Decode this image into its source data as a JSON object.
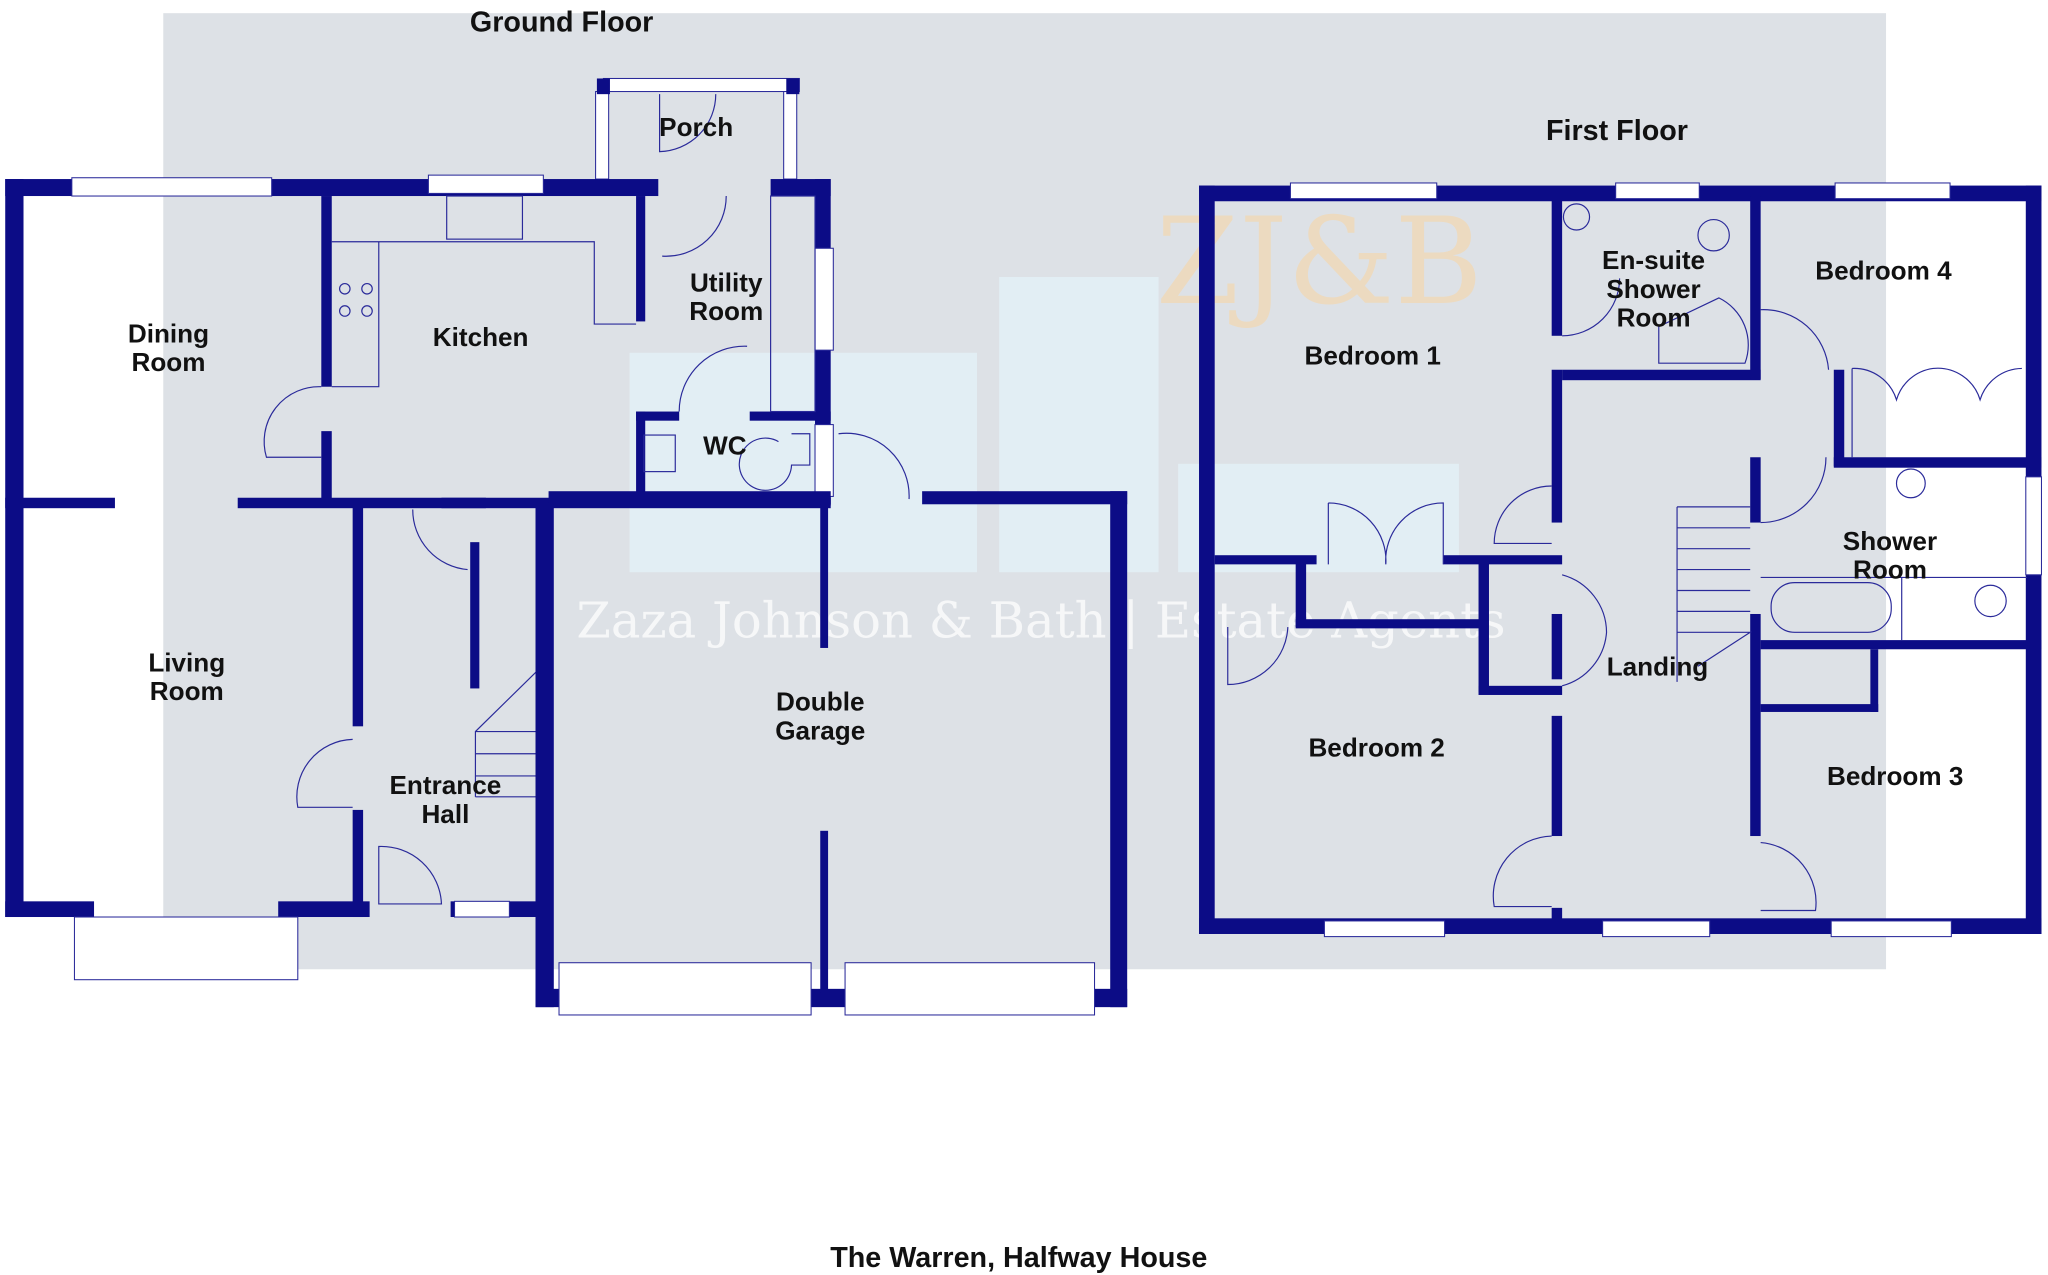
{
  "floors": {
    "ground": {
      "title": "Ground Floor",
      "rooms": {
        "porch": "Porch",
        "dining_1": "Dining",
        "dining_2": "Room",
        "kitchen": "Kitchen",
        "utility_1": "Utility",
        "utility_2": "Room",
        "wc": "WC",
        "living_1": "Living",
        "living_2": "Room",
        "hall_1": "Entrance",
        "hall_2": "Hall",
        "garage_1": "Double",
        "garage_2": "Garage"
      }
    },
    "first": {
      "title": "First Floor",
      "rooms": {
        "bed1": "Bedroom 1",
        "ensuite_1": "En-suite",
        "ensuite_2": "Shower",
        "ensuite_3": "Room",
        "bed4": "Bedroom 4",
        "shower_1": "Shower",
        "shower_2": "Room",
        "landing": "Landing",
        "bed2": "Bedroom 2",
        "bed3": "Bedroom 3"
      }
    }
  },
  "watermark": {
    "logo": "ZJ&B",
    "text": "Zaza Johnson & Bath  |  Estate Agents"
  },
  "footer": "The Warren, Halfway House",
  "colors": {
    "wall": "#0c0c86",
    "background": "#dde1e6"
  }
}
